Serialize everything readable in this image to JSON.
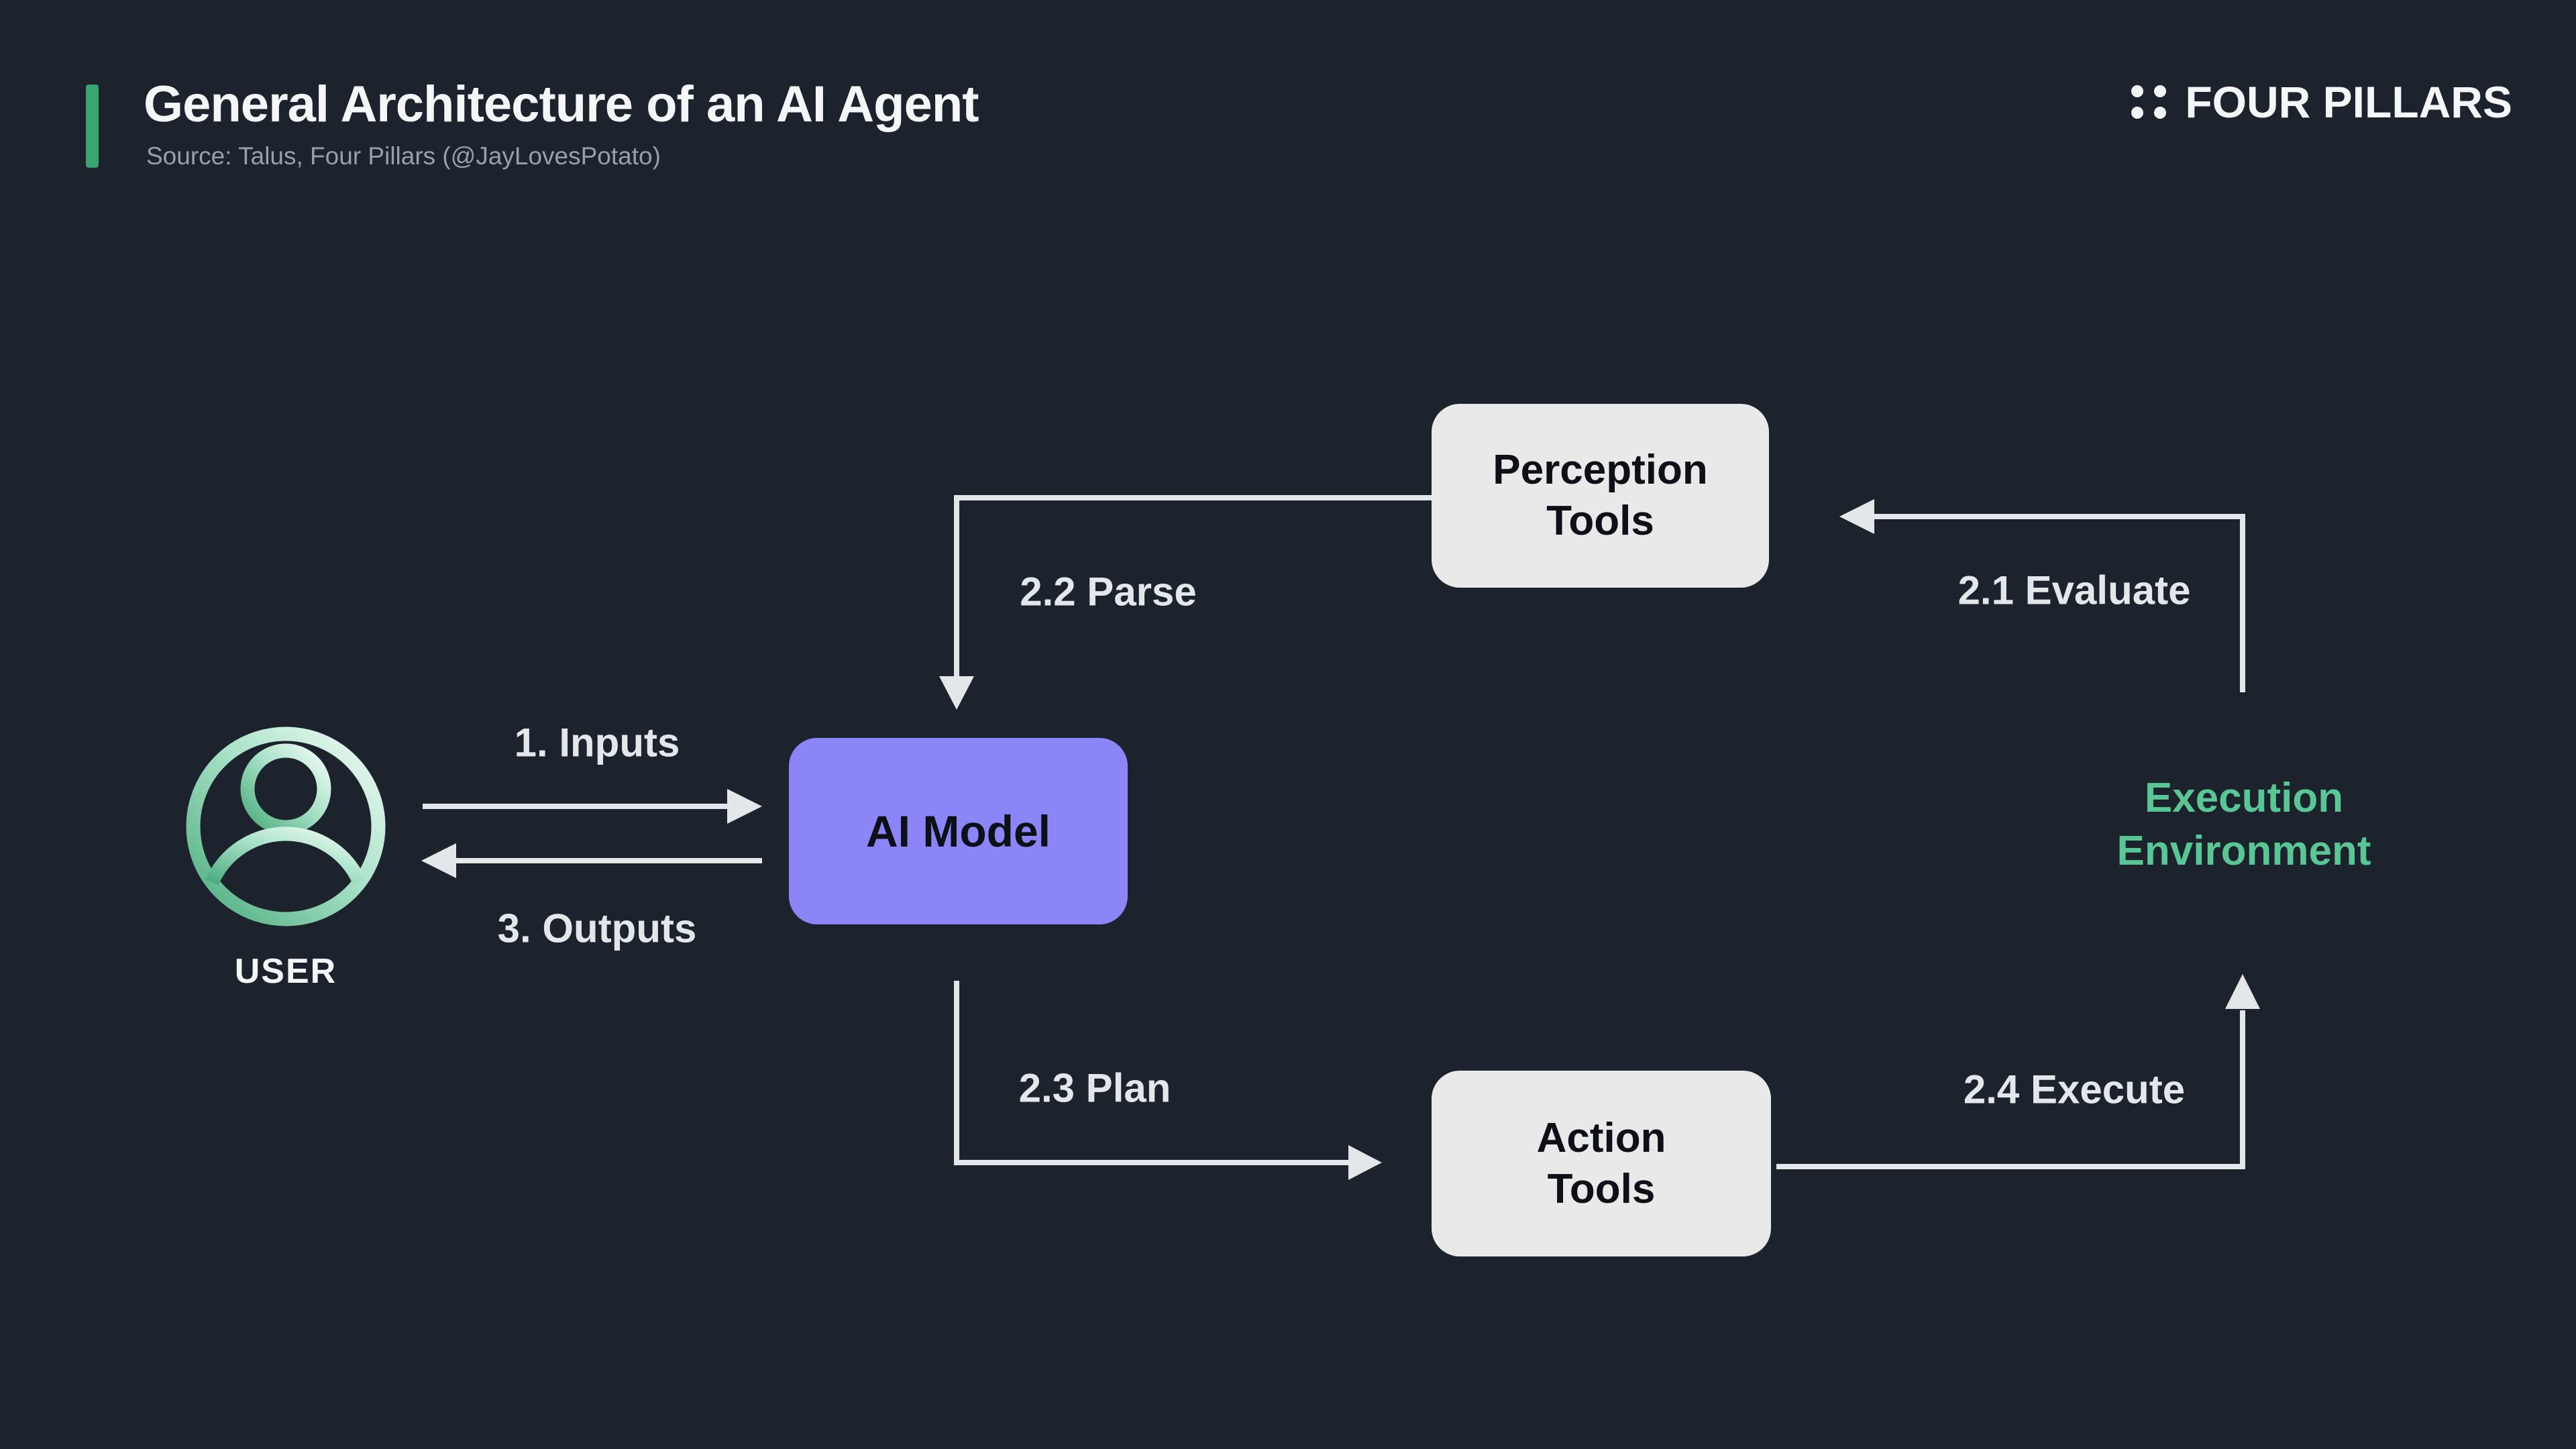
{
  "header": {
    "title": "General Architecture of an AI Agent",
    "source": "Source: Talus, Four Pillars (@JayLovesPotato)",
    "brand": "FOUR PILLARS"
  },
  "nodes": {
    "user": {
      "label": "USER"
    },
    "ai_model": {
      "label": "AI Model"
    },
    "perception_tools": {
      "line1": "Perception",
      "line2": "Tools"
    },
    "action_tools": {
      "line1": "Action",
      "line2": "Tools"
    },
    "execution_environment": {
      "line1": "Execution",
      "line2": "Environment"
    }
  },
  "edges": {
    "inputs": {
      "label": "1. Inputs",
      "from": "user",
      "to": "ai_model"
    },
    "outputs": {
      "label": "3. Outputs",
      "from": "ai_model",
      "to": "user"
    },
    "evaluate": {
      "label": "2.1 Evaluate",
      "from": "execution_environment",
      "to": "perception_tools"
    },
    "parse": {
      "label": "2.2 Parse",
      "from": "perception_tools",
      "to": "ai_model"
    },
    "plan": {
      "label": "2.3 Plan",
      "from": "ai_model",
      "to": "action_tools"
    },
    "execute": {
      "label": "2.4 Execute",
      "from": "action_tools",
      "to": "execution_environment"
    }
  },
  "icons": {
    "user": "user-avatar-icon",
    "brand": "four-dots-icon"
  },
  "colors": {
    "background": "#1C232D",
    "accent_green": "#3BA471",
    "ai_model_fill": "#8C85F8",
    "tool_box_fill": "#E9E9E9",
    "execution_text": "#58C795",
    "arrow": "#E4E7EA",
    "title_text": "#F4F6F8",
    "subtitle_text": "#97A0A8",
    "box_text": "#0D1117",
    "avatar_gradient_start": "#4CAC7D",
    "avatar_gradient_end": "#F0FBF5"
  }
}
